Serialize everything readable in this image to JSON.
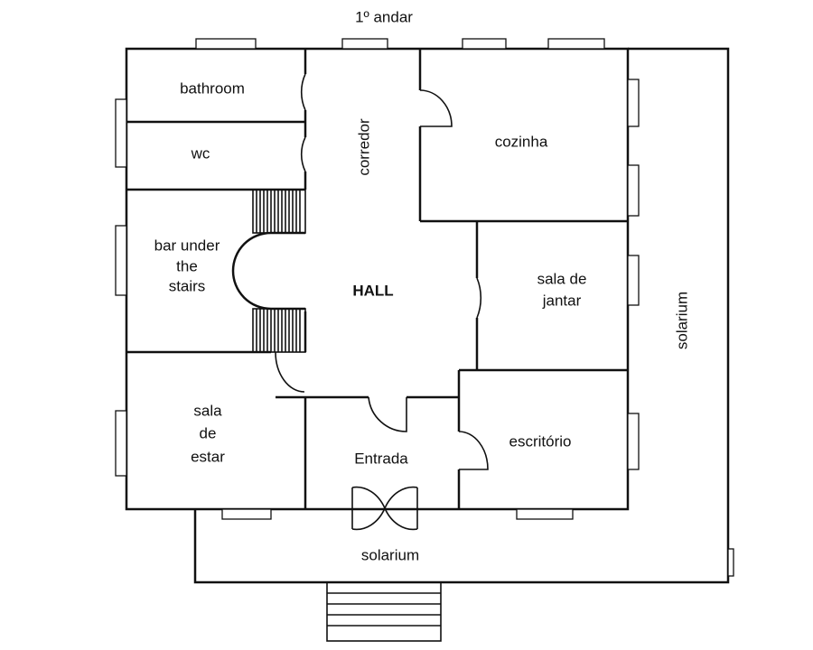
{
  "floor_title": "1º andar",
  "rooms": {
    "bathroom": "bathroom",
    "wc": "wc",
    "corredor": "corredor",
    "cozinha": "cozinha",
    "bar_line1": "bar under",
    "bar_line2": "the",
    "bar_line3": "stairs",
    "hall": "HALL",
    "jantar_line1": "sala de",
    "jantar_line2": "jantar",
    "estar_line1": "sala",
    "estar_line2": "de",
    "estar_line3": "estar",
    "entrada": "Entrada",
    "escritorio": "escritório",
    "solarium_side": "solarium",
    "solarium_bottom": "solarium"
  }
}
